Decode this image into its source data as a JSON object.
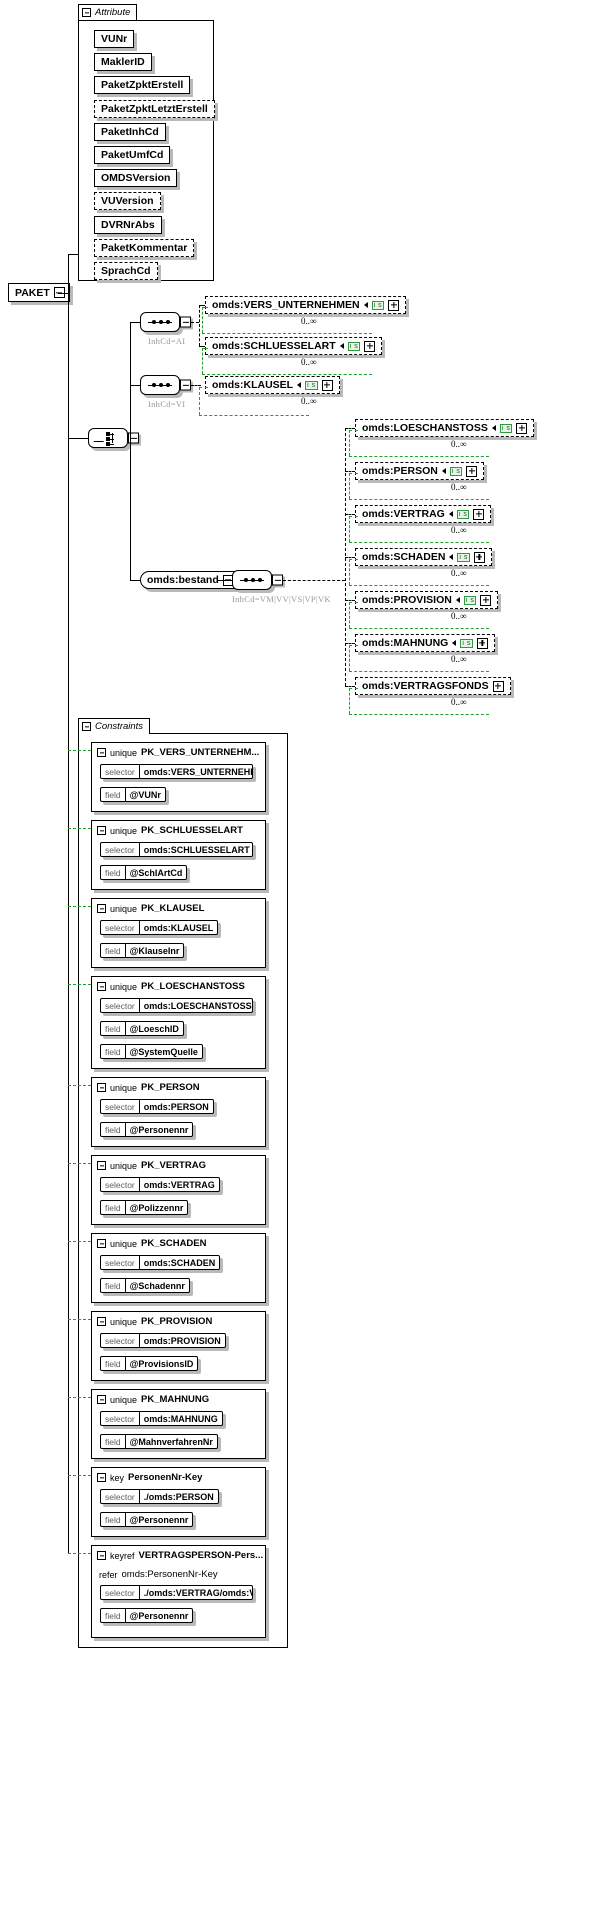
{
  "diagram": {
    "type": "xsd-schema-diagram",
    "root_element": {
      "name": "PAKET",
      "expander": "minus"
    },
    "attribute_group": {
      "title": "Attribute",
      "expander": "minus",
      "attributes": [
        {
          "name": "VUNr",
          "optional": false
        },
        {
          "name": "MaklerID",
          "optional": false
        },
        {
          "name": "PaketZpktErstell",
          "optional": false
        },
        {
          "name": "PaketZpktLetztErstell",
          "optional": true
        },
        {
          "name": "PaketInhCd",
          "optional": false
        },
        {
          "name": "PaketUmfCd",
          "optional": false
        },
        {
          "name": "OMDSVersion",
          "optional": false
        },
        {
          "name": "VUVersion",
          "optional": true
        },
        {
          "name": "DVRNrAbs",
          "optional": false
        },
        {
          "name": "PaketKommentar",
          "optional": true
        },
        {
          "name": "SprachCd",
          "optional": true
        }
      ]
    },
    "content_model": {
      "compositor": "choice",
      "branches": [
        {
          "compositor": "sequence",
          "annotation": "InhCd=AI",
          "elements": [
            {
              "name": "omds:VERS_UNTERNEHMEN",
              "badge": "i s",
              "expander": "plus",
              "occurrence": "0..∞"
            },
            {
              "name": "omds:SCHLUESSELART",
              "badge": "i s",
              "expander": "plus",
              "occurrence": "0..∞"
            }
          ]
        },
        {
          "compositor": "sequence",
          "annotation": "InhCd=VI",
          "elements": [
            {
              "name": "omds:KLAUSEL",
              "badge": "i s",
              "expander": "plus",
              "occurrence": "0..∞"
            }
          ]
        },
        {
          "group_name": "omds:bestand",
          "compositor": "sequence",
          "annotation": "InhCd=VM|VV|VS|VP|VK",
          "elements": [
            {
              "name": "omds:LOESCHANSTOSS",
              "badge": "i s",
              "expander": "plus",
              "occurrence": "0..∞"
            },
            {
              "name": "omds:PERSON",
              "badge": "i s",
              "expander": "plus",
              "occurrence": "0..∞"
            },
            {
              "name": "omds:VERTRAG",
              "badge": "i s",
              "expander": "plus",
              "occurrence": "0..∞"
            },
            {
              "name": "omds:SCHADEN",
              "badge": "i s",
              "expander": "plus",
              "occurrence": "0..∞"
            },
            {
              "name": "omds:PROVISION",
              "badge": "i s",
              "expander": "plus",
              "occurrence": "0..∞"
            },
            {
              "name": "omds:MAHNUNG",
              "badge": "i s",
              "expander": "plus",
              "occurrence": "0..∞"
            },
            {
              "name": "omds:VERTRAGSFONDS",
              "badge": "",
              "expander": "plus",
              "occurrence": "0..∞"
            }
          ]
        }
      ]
    },
    "constraints_group": {
      "title": "Constraints",
      "expander": "minus",
      "items": [
        {
          "kind": "unique",
          "name": "PK_VERS_UNTERNEHM...",
          "expander": "minus",
          "rows": [
            {
              "label": "selector",
              "value": "omds:VERS_UNTERNEHM...",
              "bold": true
            },
            {
              "label": "field",
              "value": "@VUNr",
              "bold": true
            }
          ]
        },
        {
          "kind": "unique",
          "name": "PK_SCHLUESSELART",
          "expander": "minus",
          "rows": [
            {
              "label": "selector",
              "value": "omds:SCHLUESSELART",
              "bold": true
            },
            {
              "label": "field",
              "value": "@SchlArtCd",
              "bold": true
            }
          ]
        },
        {
          "kind": "unique",
          "name": "PK_KLAUSEL",
          "expander": "minus",
          "rows": [
            {
              "label": "selector",
              "value": "omds:KLAUSEL",
              "bold": true
            },
            {
              "label": "field",
              "value": "@KlauseInr",
              "bold": true
            }
          ]
        },
        {
          "kind": "unique",
          "name": "PK_LOESCHANSTOSS",
          "expander": "minus",
          "rows": [
            {
              "label": "selector",
              "value": "omds:LOESCHANSTOSS",
              "bold": true
            },
            {
              "label": "field",
              "value": "@LoeschID",
              "bold": true
            },
            {
              "label": "field",
              "value": "@SystemQuelle",
              "bold": true
            }
          ]
        },
        {
          "kind": "unique",
          "name": "PK_PERSON",
          "expander": "minus",
          "rows": [
            {
              "label": "selector",
              "value": "omds:PERSON",
              "bold": true
            },
            {
              "label": "field",
              "value": "@Personennr",
              "bold": true
            }
          ]
        },
        {
          "kind": "unique",
          "name": "PK_VERTRAG",
          "expander": "minus",
          "rows": [
            {
              "label": "selector",
              "value": "omds:VERTRAG",
              "bold": true
            },
            {
              "label": "field",
              "value": "@Polizzennr",
              "bold": true
            }
          ]
        },
        {
          "kind": "unique",
          "name": "PK_SCHADEN",
          "expander": "minus",
          "rows": [
            {
              "label": "selector",
              "value": "omds:SCHADEN",
              "bold": true
            },
            {
              "label": "field",
              "value": "@Schadennr",
              "bold": true
            }
          ]
        },
        {
          "kind": "unique",
          "name": "PK_PROVISION",
          "expander": "minus",
          "rows": [
            {
              "label": "selector",
              "value": "omds:PROVISION",
              "bold": true
            },
            {
              "label": "field",
              "value": "@ProvisionsID",
              "bold": true
            }
          ]
        },
        {
          "kind": "unique",
          "name": "PK_MAHNUNG",
          "expander": "minus",
          "rows": [
            {
              "label": "selector",
              "value": "omds:MAHNUNG",
              "bold": true
            },
            {
              "label": "field",
              "value": "@MahnverfahrenNr",
              "bold": true
            }
          ]
        },
        {
          "kind": "key",
          "name": "PersonenNr-Key",
          "expander": "minus",
          "rows": [
            {
              "label": "selector",
              "value": "./omds:PERSON",
              "bold": true
            },
            {
              "label": "field",
              "value": "@Personennr",
              "bold": true
            }
          ]
        },
        {
          "kind": "keyref",
          "name": "VERTRAGSPERSON-Pers...",
          "expander": "minus",
          "refer_label": "refer",
          "refer_value": "omds:PersonenNr-Key",
          "rows": [
            {
              "label": "selector",
              "value": "./omds:VERTRAG/omds:V...",
              "bold": true
            },
            {
              "label": "field",
              "value": "@Personennr",
              "bold": true
            }
          ]
        }
      ]
    },
    "colors": {
      "line": "#000000",
      "green_ref": "#22a12a",
      "shadow": "#b9b9b9",
      "annotation": "#9a9a9a"
    }
  }
}
